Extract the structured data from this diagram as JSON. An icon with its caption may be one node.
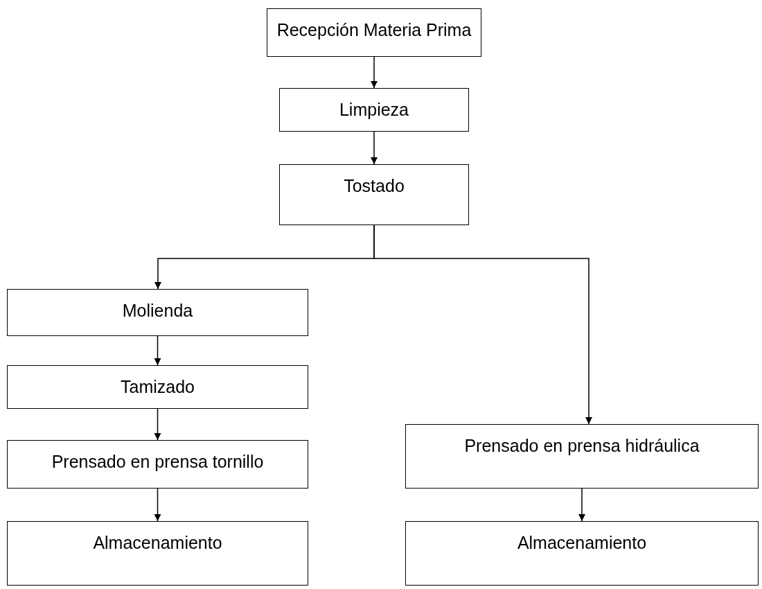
{
  "diagram": {
    "nodes": [
      {
        "text": [
          "Recepción Materia Prima"
        ]
      },
      {
        "text": [
          "Limpieza"
        ]
      },
      {
        "text": [
          "Tostado"
        ]
      },
      {
        "text": [
          "Molienda"
        ]
      },
      {
        "text": [
          "Tamizado"
        ]
      },
      {
        "text": [
          "Prensado en prensa tornillo"
        ]
      },
      {
        "text": [
          "Almacenamiento"
        ]
      },
      {
        "text": [
          "Prensado en prensa hidráulica"
        ]
      },
      {
        "text": [
          "Almacenamiento"
        ]
      }
    ],
    "edges": [
      {
        "from": 0,
        "to": 1,
        "arrow": "to"
      },
      {
        "from": 1,
        "to": 2,
        "arrow": "to"
      },
      {
        "from": 2,
        "to": 3,
        "arrow": "to"
      },
      {
        "from": 2,
        "to": 7,
        "arrow": "to"
      },
      {
        "from": 3,
        "to": 4,
        "arrow": "to"
      },
      {
        "from": 4,
        "to": 5,
        "arrow": "to"
      },
      {
        "from": 5,
        "to": 6,
        "arrow": "to"
      },
      {
        "from": 7,
        "to": 8,
        "arrow": "to"
      }
    ]
  }
}
